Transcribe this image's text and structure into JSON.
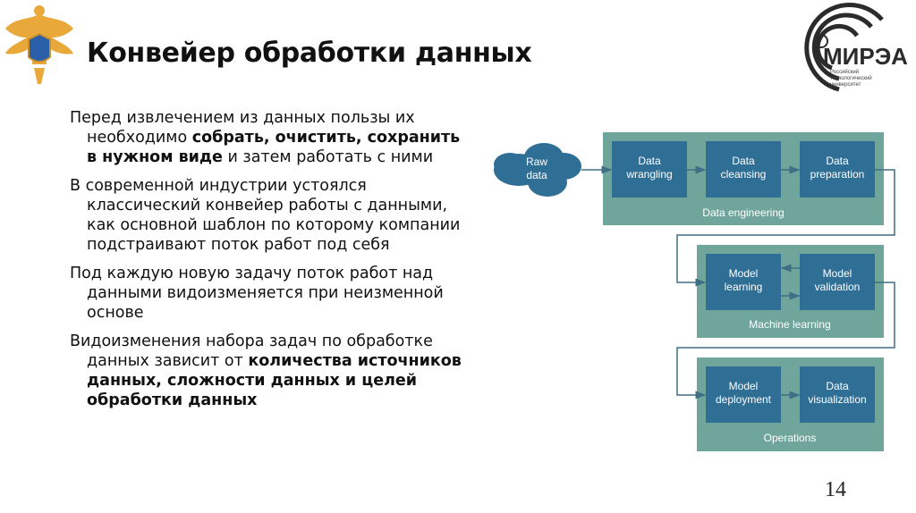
{
  "slide": {
    "title": "Конвейер обработки данных",
    "page_number": "14",
    "logo": {
      "name": "МИРЭА",
      "subtitle": "Российский технологический университет"
    },
    "paragraphs": [
      {
        "parts": [
          "Перед извлечением из данных пользы их необходимо ",
          "собрать, очистить, сохранить в нужном виде",
          " и затем работать с ними"
        ]
      },
      {
        "parts": [
          "В современной индустрии устоялся классический конвейер работы с данными, как основной шаблон по которому компании подстраивают поток работ под себя"
        ]
      },
      {
        "parts": [
          "Под каждую новую задачу поток работ над данными видоизменяется при неизменной основе"
        ]
      },
      {
        "parts": [
          "Видоизменения набора задач по обработке данных зависит от ",
          "количества источников данных, сложности данных и целей обработки данных"
        ]
      }
    ]
  },
  "diagram": {
    "colors": {
      "group": "#6fa59b",
      "step": "#2f6e95",
      "line": "#3f6f86",
      "text": "#ffffff"
    },
    "source": [
      "Raw",
      "data"
    ],
    "groups": [
      {
        "label": "Data engineering",
        "steps": [
          [
            "Data",
            "wrangling"
          ],
          [
            "Data",
            "cleansing"
          ],
          [
            "Data",
            "preparation"
          ]
        ]
      },
      {
        "label": "Machine learning",
        "steps": [
          [
            "Model",
            "learning"
          ],
          [
            "Model",
            "validation"
          ]
        ]
      },
      {
        "label": "Operations",
        "steps": [
          [
            "Model",
            "deployment"
          ],
          [
            "Data",
            "visualization"
          ]
        ]
      }
    ]
  }
}
